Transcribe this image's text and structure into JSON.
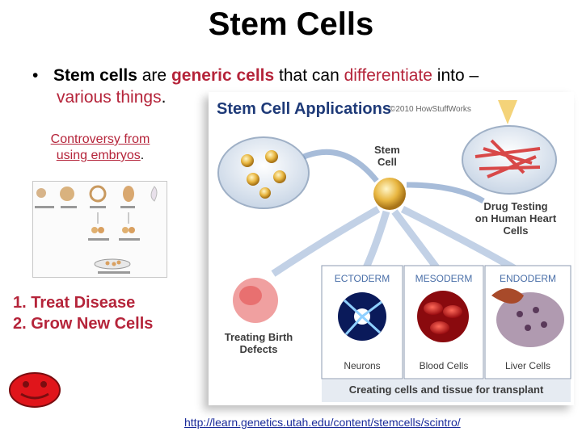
{
  "title": "Stem Cells",
  "bullet": {
    "stem_cells": "Stem cells",
    "are": " are ",
    "generic_cells": "generic cells",
    "that_can": " that can ",
    "differentiate": "differentiate",
    "into": "  into –",
    "various_things": "various things",
    "period": "."
  },
  "controversy": {
    "line1": "Controversy from",
    "line2": "using embryos",
    "period": "."
  },
  "uses": [
    "1. Treat Disease",
    "2. Grow New Cells"
  ],
  "link": "http://learn.genetics.utah.edu/content/stemcells/scintro/",
  "figure": {
    "heading": "Stem Cell Applications",
    "copyright": "©2010 HowStuffWorks",
    "stem_cell": [
      "Stem",
      "Cell"
    ],
    "drug_testing": [
      "Drug Testing",
      "on Human Heart",
      "Cells"
    ],
    "germ_layers": [
      "ECTODERM",
      "MESODERM",
      "ENDODERM"
    ],
    "treating": [
      "Treating Birth",
      "Defects"
    ],
    "cell_types": [
      "Neurons",
      "Blood Cells",
      "Liver Cells"
    ],
    "footer": "Creating cells and tissue for transplant"
  },
  "colors": {
    "accent_red": "#b5243a",
    "link_blue": "#1a2b9a",
    "label_blue": "#4a6fa8"
  }
}
